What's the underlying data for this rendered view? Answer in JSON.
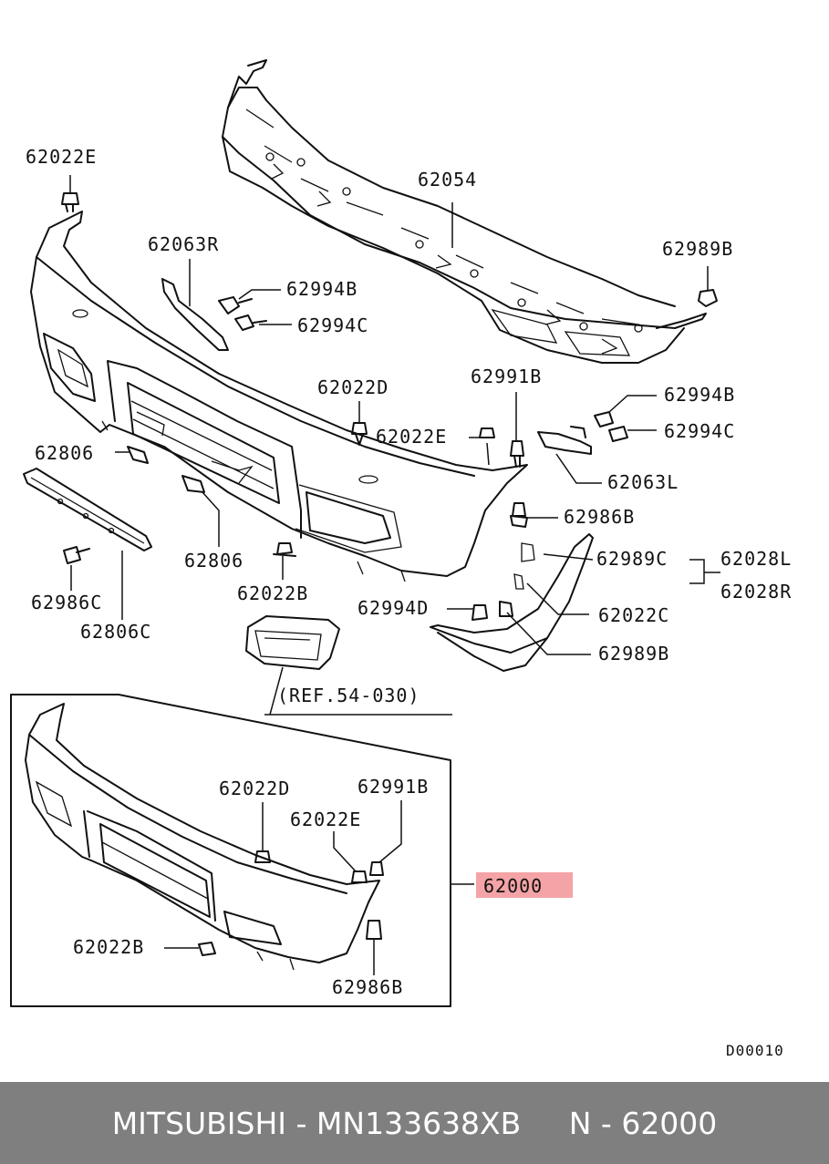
{
  "diagram": {
    "labels": {
      "l62022E_top": "62022E",
      "l62054": "62054",
      "l62063R": "62063R",
      "l62994B_1": "62994B",
      "l62994C_1": "62994C",
      "l62989B_top": "62989B",
      "l62022D_1": "62022D",
      "l62991B_1": "62991B",
      "l62994B_2": "62994B",
      "l62994C_2": "62994C",
      "l62022E_mid": "62022E",
      "l62806_1": "62806",
      "l62063L": "62063L",
      "l62986B_1": "62986B",
      "l62989C": "62989C",
      "l62028L": "62028L",
      "l62028R": "62028R",
      "l62806_2": "62806",
      "l62022B_1": "62022B",
      "l62994D": "62994D",
      "l62022C": "62022C",
      "l62986C": "62986C",
      "l62806C": "62806C",
      "l62989B_low": "62989B",
      "ref": "(REF.54-030)",
      "l62022D_2": "62022D",
      "l62991B_2": "62991B",
      "l62022E_box": "62022E",
      "l62000": "62000",
      "l62022B_2": "62022B",
      "l62986B_2": "62986B",
      "code": "D00010"
    },
    "highlight_color": "#f4a3a6"
  },
  "footer": {
    "text": "MITSUBISHI - MN133638XB     N - 62000"
  }
}
